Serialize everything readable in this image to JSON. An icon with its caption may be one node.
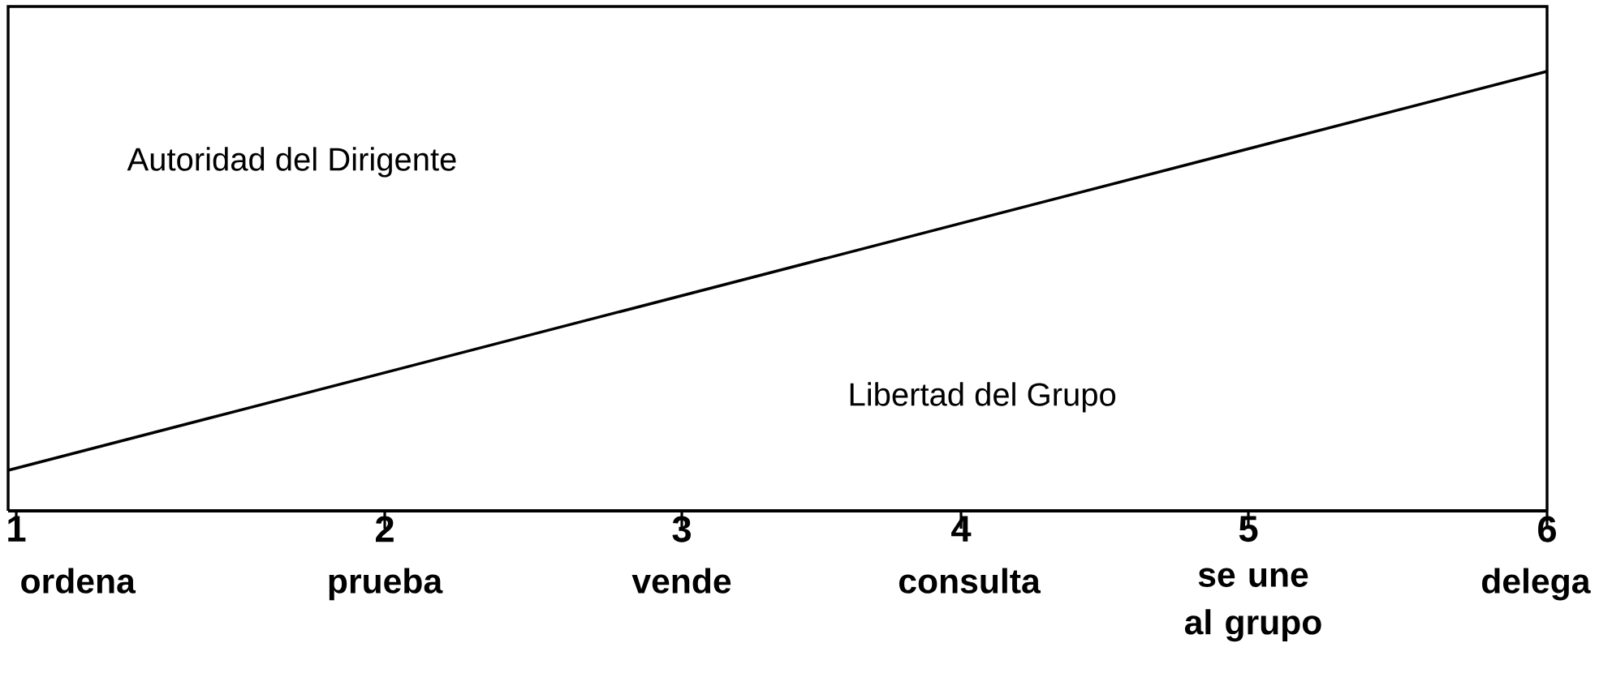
{
  "diagram": {
    "labels": [
      "Autoridad del Dirigente",
      "Libertad del Grupo",
      "1",
      "2",
      "3",
      "4",
      "5",
      "6",
      "ordena",
      "prueba",
      "vende",
      "consulta",
      "se une al grupo",
      "delega"
    ]
  }
}
